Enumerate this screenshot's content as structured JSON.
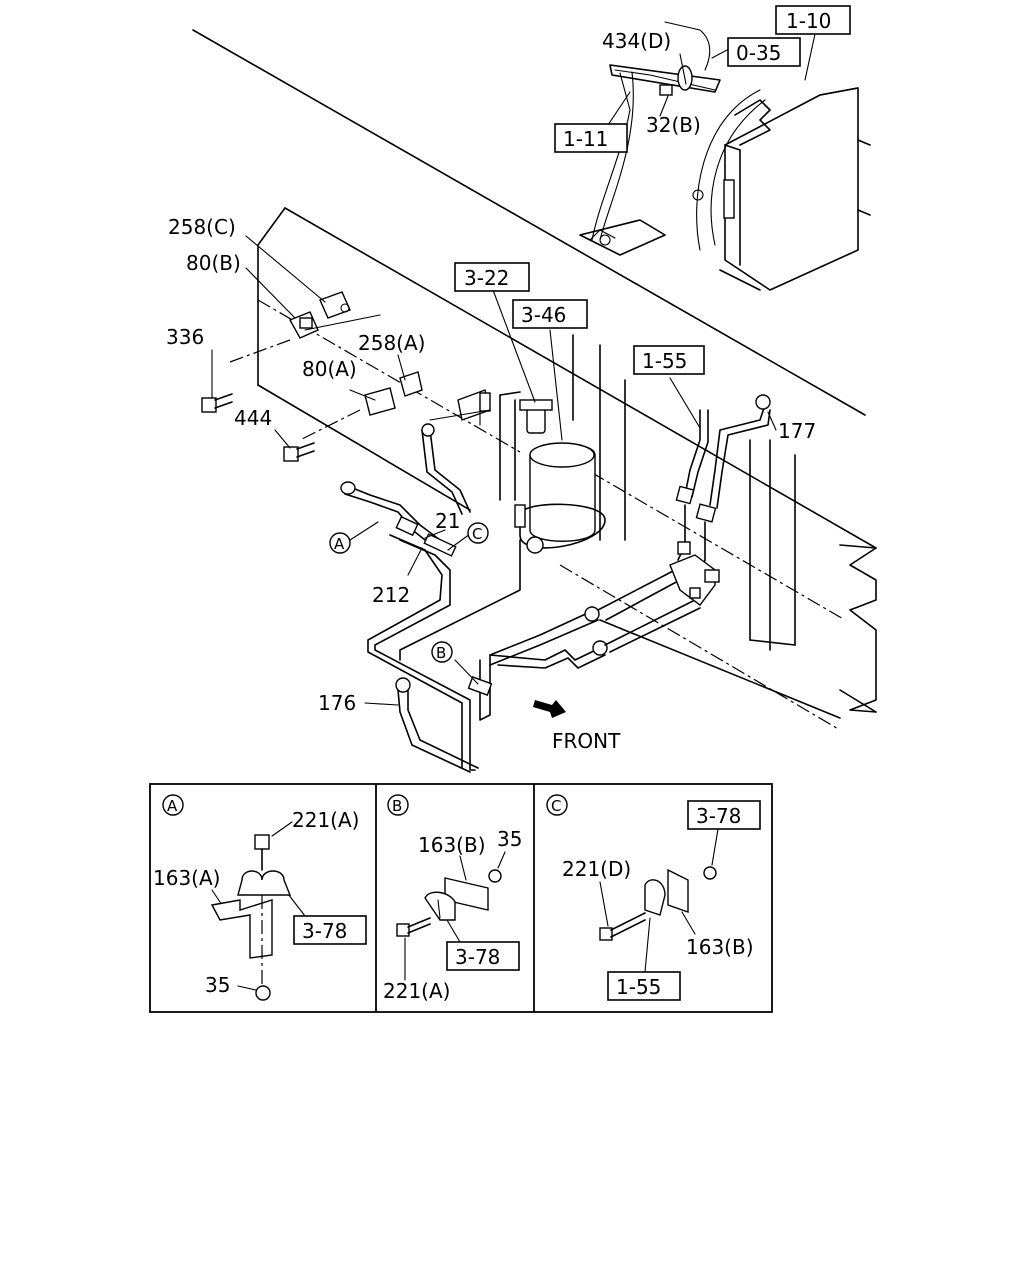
{
  "labels": {
    "p434d": "434(D)",
    "p32b": "32(B)",
    "p258c": "258(C)",
    "p80b": "80(B)",
    "p336": "336",
    "p258a": "258(A)",
    "p80a": "80(A)",
    "p444": "444",
    "p21": "21",
    "p212": "212",
    "p177": "177",
    "p176": "176",
    "front": "FRONT"
  },
  "refs": {
    "r1_10": "1-10",
    "r0_35": "0-35",
    "r1_11": "1-11",
    "r3_22": "3-22",
    "r3_46": "3-46",
    "r1_55": "1-55"
  },
  "callouts": {
    "a": "A",
    "b": "B",
    "c": "C"
  },
  "detail_a": {
    "tag": "A",
    "p221a": "221(A)",
    "p163a": "163(A)",
    "ref": "3-78",
    "p35": "35"
  },
  "detail_b": {
    "tag": "B",
    "p163b": "163(B)",
    "p35": "35",
    "ref": "3-78",
    "p221a": "221(A)"
  },
  "detail_c": {
    "tag": "C",
    "ref_top": "3-78",
    "p221d": "221(D)",
    "p163b": "163(B)",
    "ref_bottom": "1-55"
  }
}
